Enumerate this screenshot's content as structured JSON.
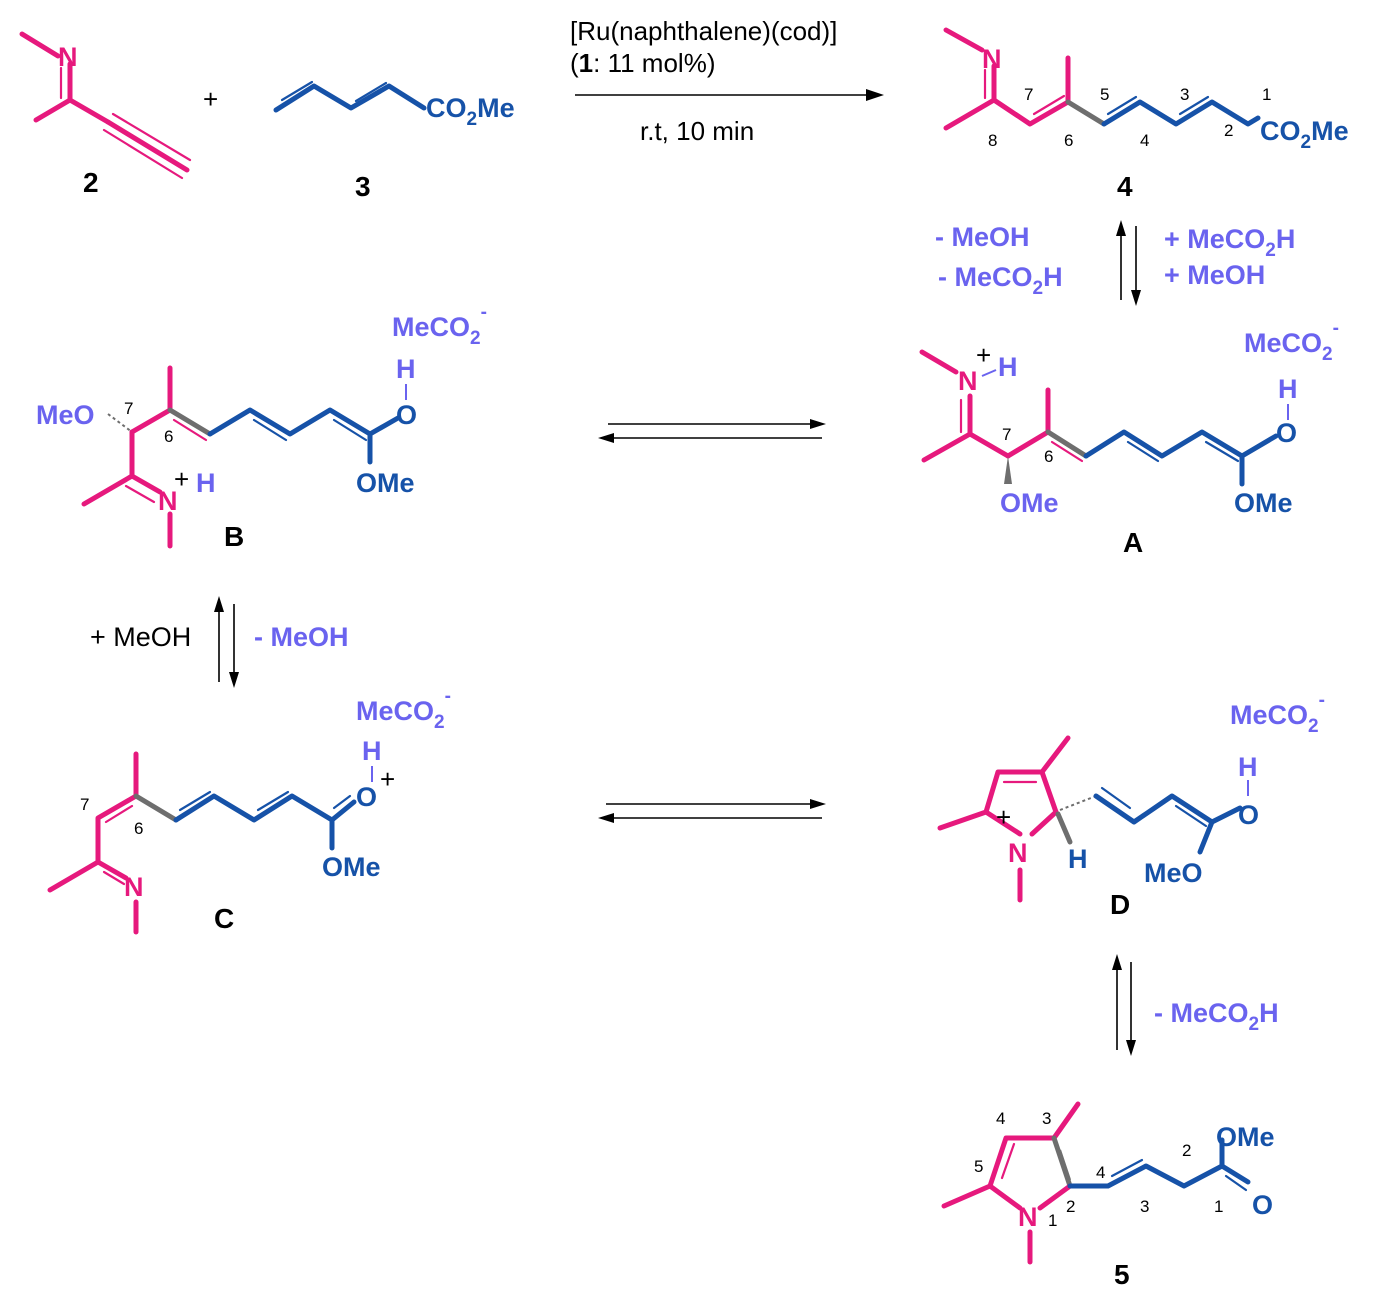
{
  "reagents": {
    "catalyst_line1": "[Ru(naphthalene)(cod)]",
    "catalyst_line2_open": "(",
    "catalyst_line2_bold": "1",
    "catalyst_line2_rest": ": 11 mol%)",
    "conditions": "r.t, 10 min",
    "plus": "+"
  },
  "compounds": {
    "c2": "2",
    "c3": "3",
    "c4": "4",
    "cA": "A",
    "cB": "B",
    "cC": "C",
    "cD": "D",
    "c5": "5"
  },
  "atoms": {
    "N": "N",
    "H": "H",
    "O": "O",
    "OMe": "OMe",
    "MeO": "MeO",
    "CO2Me_CO": "CO",
    "CO2Me_2": "2",
    "CO2Me_Me": "Me",
    "MeCO2_main": "MeCO",
    "MeCO2_sub": "2",
    "MeCO2_sup": "-",
    "plus_charge": "+"
  },
  "conditions_text": {
    "a_minus_meoh": "- MeOH",
    "a_minus_meco2h_main": "- MeCO",
    "a_minus_meco2h_sub": "2",
    "a_minus_meco2h_H": "H",
    "a_plus_meco2h_main": "+ MeCO",
    "a_plus_meco2h_sub": "2",
    "a_plus_meco2h_H": "H",
    "a_plus_meoh": "+ MeOH",
    "bc_plus_meoh": "+ MeOH",
    "bc_minus_meoh": "- MeOH",
    "d5_minus_meco2h_main": "- MeCO",
    "d5_minus_meco2h_sub": "2",
    "d5_minus_meco2h_H": "H"
  },
  "numbering": {
    "n1": "1",
    "n2": "2",
    "n3": "3",
    "n4": "4",
    "n5": "5",
    "n6": "6",
    "n7": "7",
    "n8": "8"
  },
  "colors": {
    "imine_fragment": "#e6197d",
    "diene_fragment": "#1652a8",
    "new_bond": "#6e6e6e",
    "reagent_text": "#6a63ef"
  }
}
